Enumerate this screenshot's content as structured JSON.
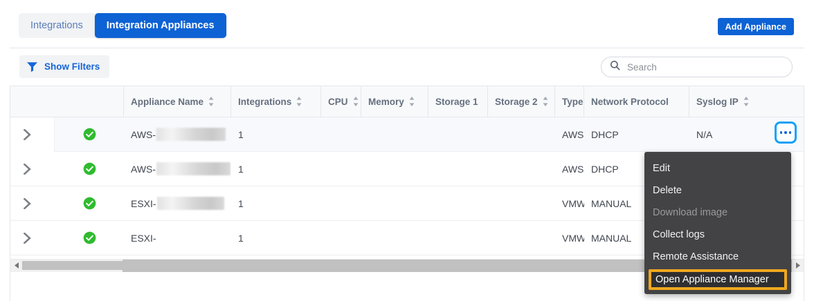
{
  "tabs": {
    "items": [
      {
        "label": "Integrations",
        "active": false
      },
      {
        "label": "Integration Appliances",
        "active": true
      }
    ]
  },
  "toolbar": {
    "add_appliance_label": "Add Appliance",
    "show_filters_label": "Show Filters",
    "filter_icon": "funnel-icon",
    "search_placeholder": "Search",
    "search_value": "",
    "search_icon": "search-icon"
  },
  "table": {
    "columns": [
      {
        "label": "",
        "width": 64,
        "sortable": false,
        "divider": false
      },
      {
        "label": "",
        "width": 100,
        "sortable": false,
        "divider": true
      },
      {
        "label": "Appliance Name",
        "width": 155,
        "sortable": true,
        "divider": true
      },
      {
        "label": "Integrations",
        "width": 130,
        "sortable": true,
        "divider": true
      },
      {
        "label": "CPU",
        "width": 58,
        "sortable": true,
        "divider": true
      },
      {
        "label": "Memory",
        "width": 97,
        "sortable": true,
        "divider": true
      },
      {
        "label": "Storage 1",
        "width": 86,
        "sortable": false,
        "divider": true
      },
      {
        "label": "Storage 2",
        "width": 97,
        "sortable": true,
        "divider": true
      },
      {
        "label": "Type",
        "width": 42,
        "sortable": false,
        "divider": true
      },
      {
        "label": "Network Protocol",
        "width": 152,
        "sortable": false,
        "divider": true
      },
      {
        "label": "Syslog IP",
        "width": 96,
        "sortable": true,
        "divider": false
      }
    ],
    "rows": [
      {
        "selected": true,
        "status": "healthy-check-icon",
        "name_prefix": "AWS-",
        "name_redacted_width": 100,
        "integrations": "1",
        "cpu": "",
        "memory": "",
        "storage1": "",
        "storage2": "",
        "type": "AWS",
        "network_protocol": "DHCP",
        "syslog_ip": "N/A"
      },
      {
        "selected": false,
        "status": "healthy-check-icon",
        "name_prefix": "AWS-",
        "name_redacted_width": 107,
        "integrations": "1",
        "cpu": "",
        "memory": "",
        "storage1": "",
        "storage2": "",
        "type": "AWS",
        "network_protocol": "DHCP",
        "syslog_ip": ""
      },
      {
        "selected": false,
        "status": "healthy-check-icon",
        "name_prefix": "ESXI-",
        "name_redacted_width": 97,
        "integrations": "1",
        "cpu": "",
        "memory": "",
        "storage1": "",
        "storage2": "",
        "type": "VMW",
        "network_protocol": "MANUAL",
        "syslog_ip": ""
      },
      {
        "selected": false,
        "status": "healthy-check-icon",
        "name_prefix": "ESXI-",
        "name_redacted_width": 0,
        "integrations": "1",
        "cpu": "",
        "memory": "",
        "storage1": "",
        "storage2": "",
        "type": "VMW",
        "network_protocol": "MANUAL",
        "syslog_ip": ""
      }
    ]
  },
  "row_actions_menu": {
    "items": [
      {
        "label": "Edit",
        "state": "enabled"
      },
      {
        "label": "Delete",
        "state": "enabled"
      },
      {
        "label": "Download image",
        "state": "disabled"
      },
      {
        "label": "Collect logs",
        "state": "enabled"
      },
      {
        "label": "Remote Assistance",
        "state": "enabled"
      },
      {
        "label": "Open Appliance Manager",
        "state": "highlighted"
      }
    ]
  },
  "scrollbar": {
    "left_arrow_icon": "caret-left-icon",
    "right_arrow_icon": "caret-right-icon",
    "thumb_position": "left"
  },
  "colors": {
    "accent_blue": "#0d62d4",
    "focus_ring_blue": "#13a0f7",
    "status_green": "#33bb33",
    "menu_bg": "#434345",
    "highlight_orange": "#f0a81e"
  }
}
